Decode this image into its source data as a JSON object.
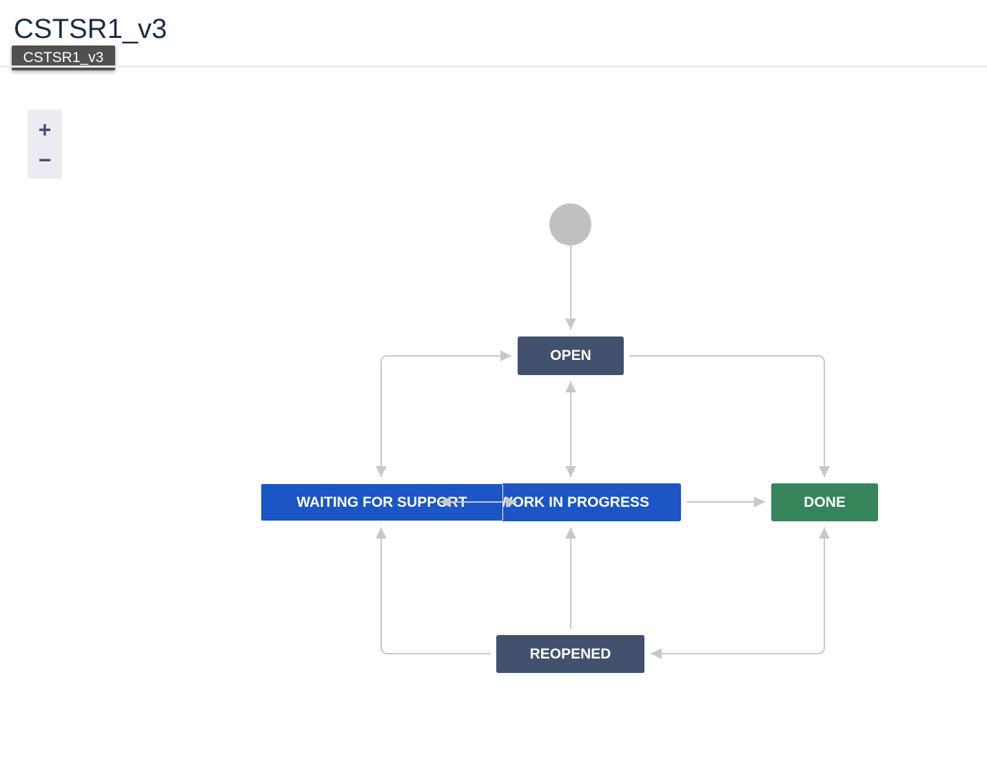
{
  "header": {
    "title": "CSTSR1_v3",
    "tooltip": "CSTSR1_v3"
  },
  "zoom": {
    "in_label": "+",
    "out_label": "−"
  },
  "statuses": {
    "open": "OPEN",
    "work_in_progress": "WORK IN PROGRESS",
    "waiting_for_support": "WAITING FOR SUPPORT",
    "done": "DONE",
    "reopened": "REOPENED"
  },
  "colors": {
    "todo": "#42526e",
    "in_progress": "#1b55c6",
    "done": "#36845a",
    "connector": "#c8c8c8",
    "start": "#c0c0c0"
  }
}
